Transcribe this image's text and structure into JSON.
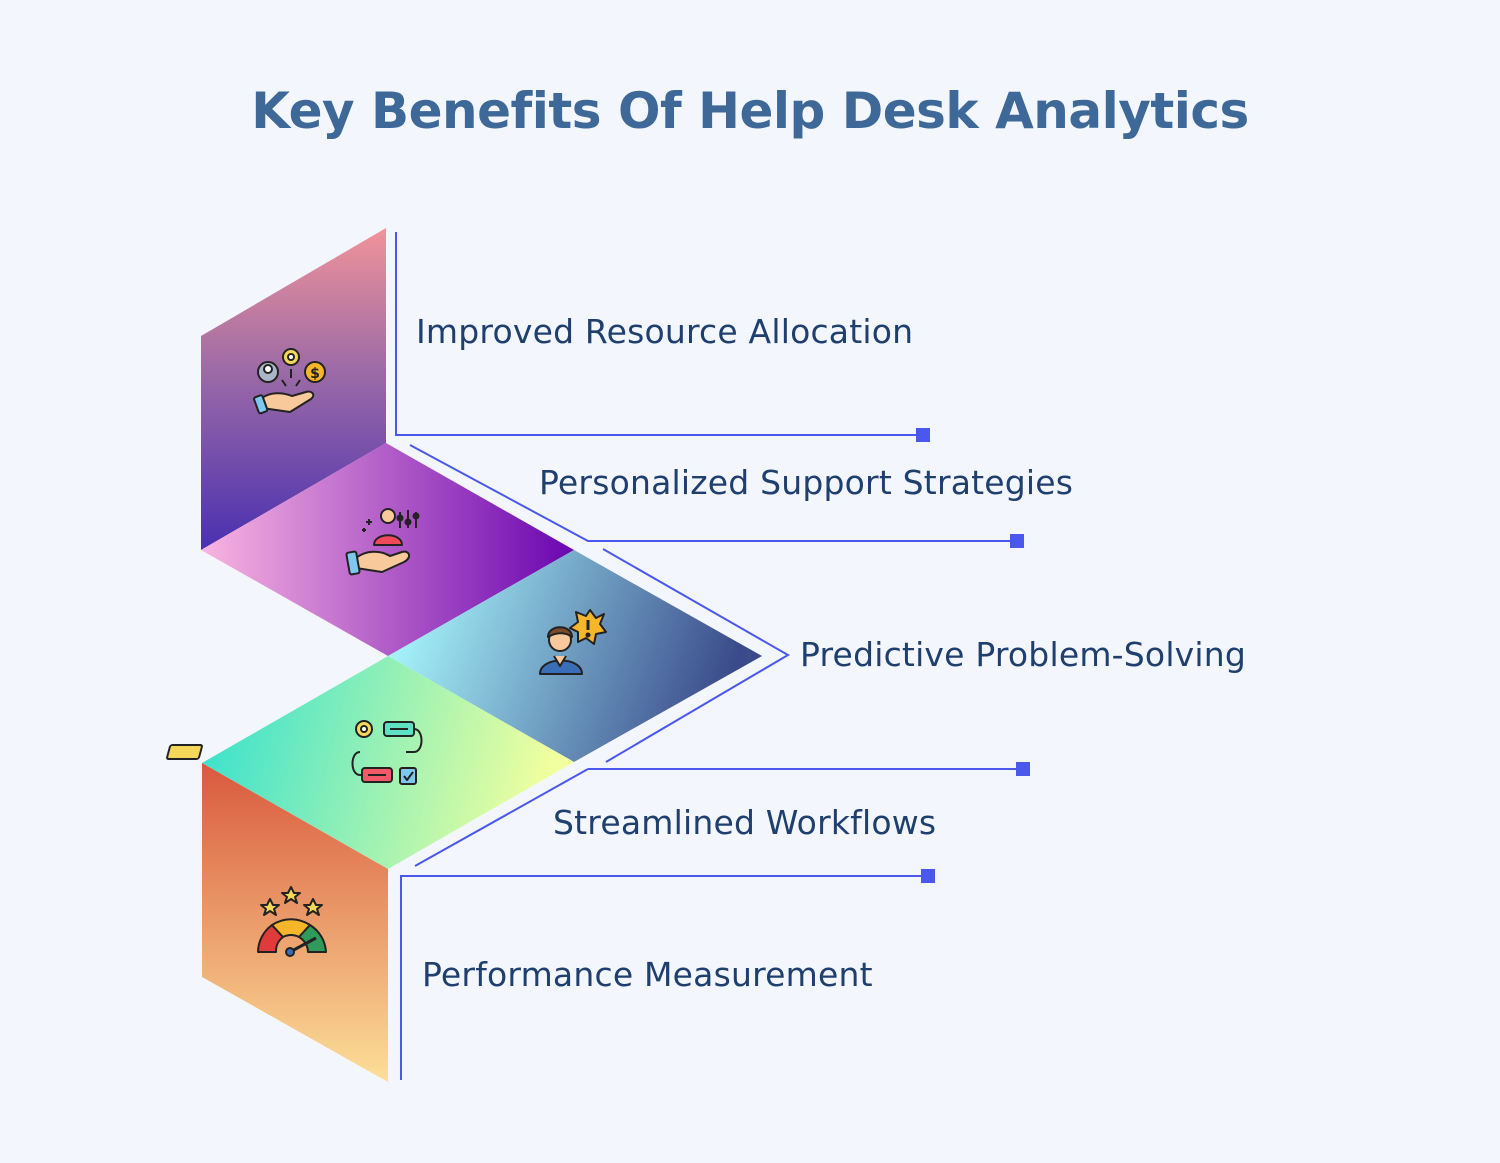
{
  "title": "Key Benefits Of Help Desk Analytics",
  "colors": {
    "background": "#f3f6fd",
    "title": "#3d6897",
    "label": "#1f3f6e",
    "connector": "#4b58ee"
  },
  "items": [
    {
      "label": "Improved Resource Allocation",
      "icon": "hand-person-gear-coin-icon",
      "gradient": [
        "#f1939a",
        "#4a30b0"
      ]
    },
    {
      "label": "Personalized Support Strategies",
      "icon": "hand-person-sliders-icon",
      "gradient": [
        "#f9b5e0",
        "#6a05b0"
      ]
    },
    {
      "label": "Predictive Problem-Solving",
      "icon": "person-alert-icon",
      "gradient": [
        "#a6f4fa",
        "#3a4a8a"
      ]
    },
    {
      "label": "Streamlined Workflows",
      "icon": "workflow-icon",
      "gradient": [
        "#2fe0d0",
        "#f2ff9e"
      ]
    },
    {
      "label": "Performance Measurement",
      "icon": "gauge-stars-icon",
      "gradient": [
        "#d9593e",
        "#fcdf98"
      ]
    }
  ]
}
